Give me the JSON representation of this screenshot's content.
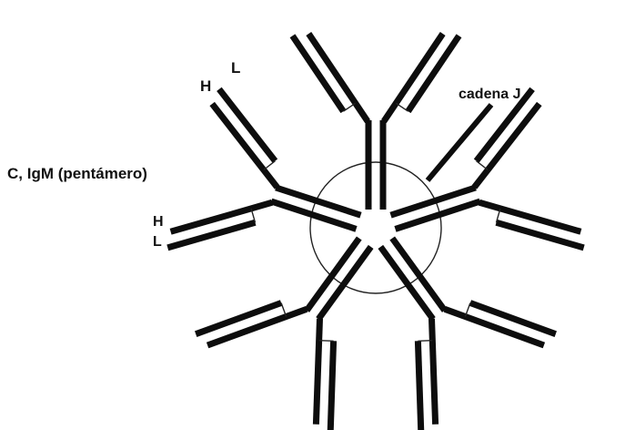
{
  "diagram": {
    "title": "C, IgM (pentámero)",
    "labels": {
      "heavy_top": "H",
      "light_top": "L",
      "heavy_left": "H",
      "light_left": "L",
      "j_chain": "cadena J"
    },
    "subunit_count": 5,
    "colors": {
      "ink": "#0d0d0d",
      "background": "#ffffff"
    }
  }
}
